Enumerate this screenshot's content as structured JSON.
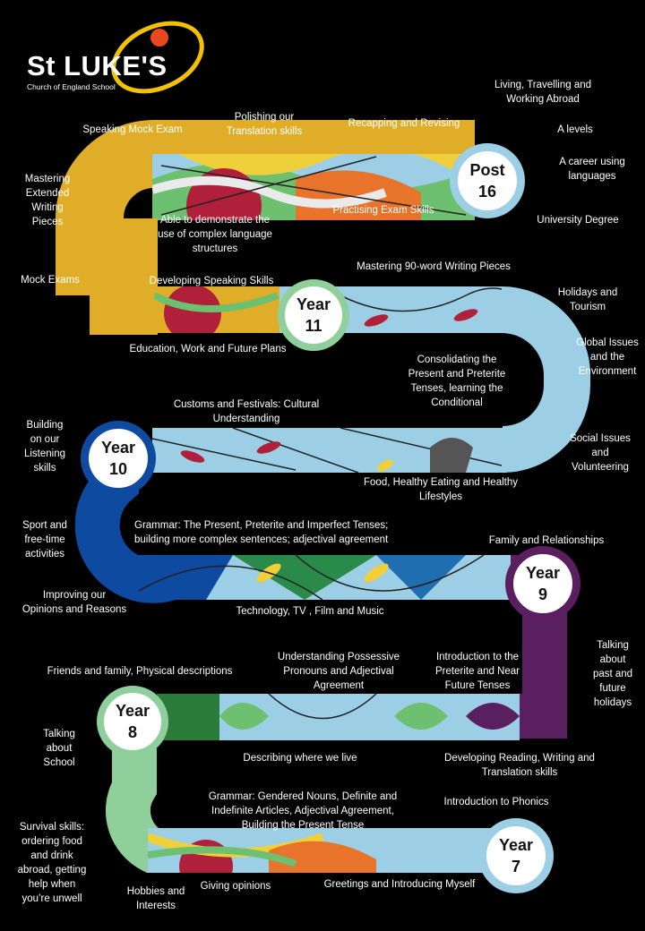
{
  "logo": {
    "name": "St LUKE'S",
    "subtitle": "Church of England School",
    "ring_color": "#f2c200",
    "dot_color": "#e8481c"
  },
  "colors": {
    "post16": "#9ccfe6",
    "year11": "#9ccfe6",
    "year10": "#0d4aa0",
    "year9": "#5a1f5e",
    "year8": "#8fcf9c",
    "year7": "#9ccfe6",
    "gold": "#e0ad28"
  },
  "milestones": [
    {
      "id": "post16",
      "line1": "Post",
      "line2": "16",
      "ring": "#9ccfe6"
    },
    {
      "id": "year11",
      "line1": "Year",
      "line2": "11",
      "ring": "#8fcf9c"
    },
    {
      "id": "year10",
      "line1": "Year",
      "line2": "10",
      "ring": "#0d4aa0"
    },
    {
      "id": "year9",
      "line1": "Year",
      "line2": "9",
      "ring": "#5a1f5e"
    },
    {
      "id": "year8",
      "line1": "Year",
      "line2": "8",
      "ring": "#8fcf9c"
    },
    {
      "id": "year7",
      "line1": "Year",
      "line2": "7",
      "ring": "#9ccfe6"
    }
  ],
  "topics": {
    "post16_living": "Living, Travelling and\nWorking Abroad",
    "post16_alevels": "A levels",
    "post16_career": "A career using\nlanguages",
    "post16_university": "University Degree",
    "speaking_mock": "Speaking Mock Exam",
    "polishing": "Polishing our\nTranslation skills",
    "recapping": "Recapping and Revising",
    "extended_writing": "Mastering\nExtended\nWriting\nPieces",
    "language_structures": "Able to demonstrate the\nuse of complex language\nstructures",
    "exam_skills": "Practising Exam Skills",
    "mock_exams": "Mock Exams",
    "speaking_skills": "Developing Speaking Skills",
    "ninety_word": "Mastering 90-word Writing Pieces",
    "holidays_tourism": "Holidays and\nTourism",
    "education_work": "Education, Work and Future Plans",
    "global_issues": "Global Issues\nand the\nEnvironment",
    "consolidating": "Consolidating the\nPresent and Preterite\nTenses, learning the\nConditional",
    "customs": "Customs and Festivals: Cultural\nUnderstanding",
    "listening": "Building\non our\nListening\nskills",
    "social_issues": "Social Issues\nand\nVolunteering",
    "food_health": "Food, Healthy Eating and Healthy\nLifestyles",
    "sport": "Sport and\nfree-time\nactivities",
    "grammar10": "Grammar: The Present, Preterite and Imperfect Tenses;\nbuilding more complex sentences; adjectival agreement",
    "family_rel": "Family and Relationships",
    "opinions_reasons": "Improving our\nOpinions and Reasons",
    "technology": "Technology, TV , Film and Music",
    "past_holidays": "Talking\nabout\npast and\nfuture\nholidays",
    "friends_family": "Friends and family, Physical descriptions",
    "possessive": "Understanding Possessive\nPronouns and Adjectival\nAgreement",
    "preterite_near": "Introduction to the\nPreterite and Near\nFuture Tenses",
    "school": "Talking\nabout\nSchool",
    "where_live": "Describing where we live",
    "reading_writing": "Developing Reading, Writing and\nTranslation skills",
    "grammar7": "Grammar: Gendered Nouns, Definite and\nIndefinite Articles, Adjectival Agreement,\nBuilding the Present Tense",
    "phonics": "Introduction to Phonics",
    "survival": "Survival skills:\nordering food\nand drink\nabroad, getting\nhelp when\nyou’re unwell",
    "hobbies": "Hobbies and\nInterests",
    "giving_opinions": "Giving opinions",
    "greetings": "Greetings and Introducing Myself"
  }
}
